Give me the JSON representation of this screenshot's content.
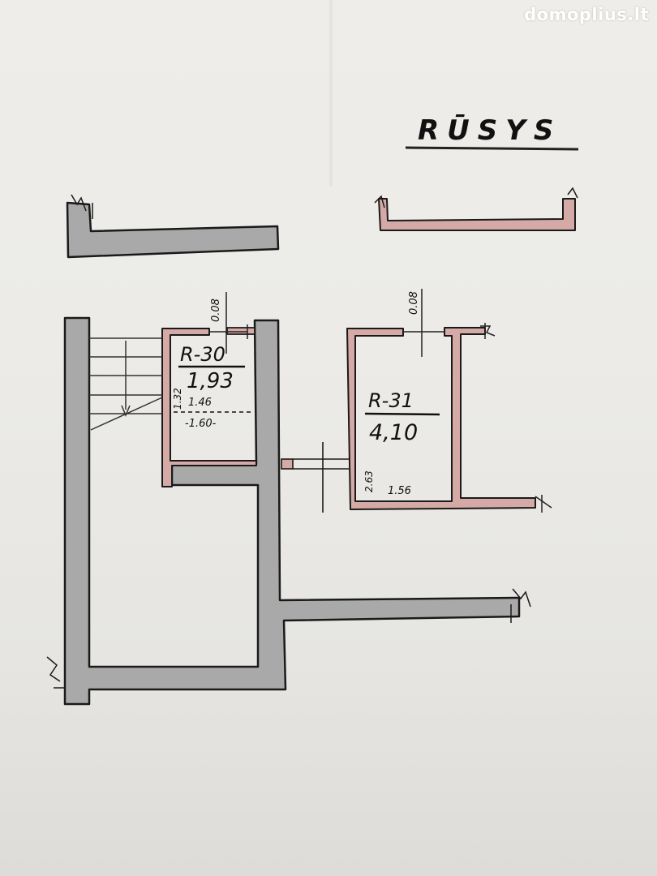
{
  "watermark": "domoplius.lt",
  "plan": {
    "title": "RŪSYS",
    "rooms": [
      {
        "id": "R-30",
        "area": "1,93",
        "dims": [
          "1.32",
          "1.46",
          "-1.60-"
        ],
        "wall_note": "0.08"
      },
      {
        "id": "R-31",
        "area": "4,10",
        "dims": [
          "2.63",
          "1.56"
        ],
        "wall_note": "0.08"
      }
    ]
  },
  "colors": {
    "wall_fill": "#a9a9a9",
    "wall_outline": "#1a1a1a",
    "partition_fill": "#d4a9a6",
    "paper": "#ecebe7"
  }
}
